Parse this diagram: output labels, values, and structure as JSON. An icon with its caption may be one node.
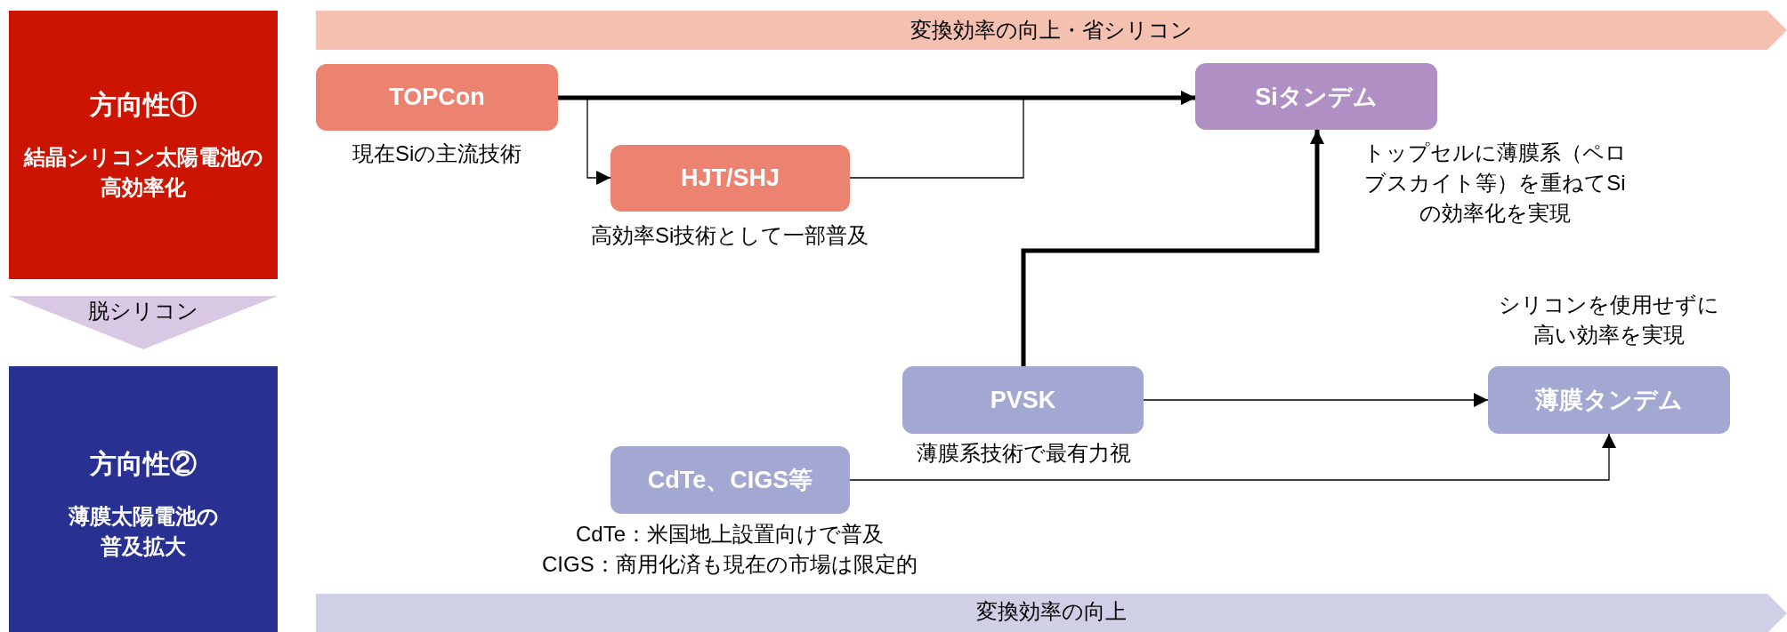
{
  "diagram": {
    "nodes": [
      {
        "text": [
          "方向性①",
          "結晶シリコン太陽電池の高効率化"
        ]
      },
      {
        "text": [
          "変換効率の向上・省シリコン"
        ]
      },
      {
        "text": [
          "TOPCon"
        ],
        "beside": [
          "現在Siの主流技術"
        ]
      },
      {
        "text": [
          "Siタンデム"
        ],
        "beside": [
          "トップセルに薄膜系（ペロブスカイト等）を重ねてSiの効率化を実現"
        ]
      },
      {
        "text": [
          "HJT/SHJ"
        ],
        "beside": [
          "高効率Si技術として一部普及"
        ]
      },
      {
        "text": [
          "薄膜タンデム"
        ],
        "beside": [
          "シリコンを使用せずに高い効率を実現"
        ]
      },
      {
        "text": [
          "PVSK"
        ],
        "beside": [
          "薄膜系技術で最有力視"
        ]
      },
      {
        "text": [
          "方向性②",
          "薄膜太陽電池の普及拡大"
        ]
      },
      {
        "text": [
          "CdTe、CIGS等"
        ],
        "beside": [
          "CdTe：米国地上設置向けで普及",
          "CIGS：商用化済も現在の市場は限定的"
        ]
      },
      {
        "text": [
          "変換効率の向上"
        ]
      }
    ],
    "edges": [
      {
        "from": 2,
        "to": 3,
        "arrow": "to",
        "style": "thick"
      },
      {
        "from": 2,
        "to": 4,
        "arrow": "to"
      },
      {
        "from": 4,
        "to": 3,
        "arrow": "to"
      },
      {
        "from": 6,
        "to": 3,
        "arrow": "to",
        "style": "thick"
      },
      {
        "from": 6,
        "to": 5,
        "arrow": "to"
      },
      {
        "from": 8,
        "to": 5,
        "arrow": "to"
      },
      {
        "from": 0,
        "to": 7,
        "arrow": "to",
        "label": "脱シリコン",
        "color": "#d8c8e4"
      }
    ]
  }
}
